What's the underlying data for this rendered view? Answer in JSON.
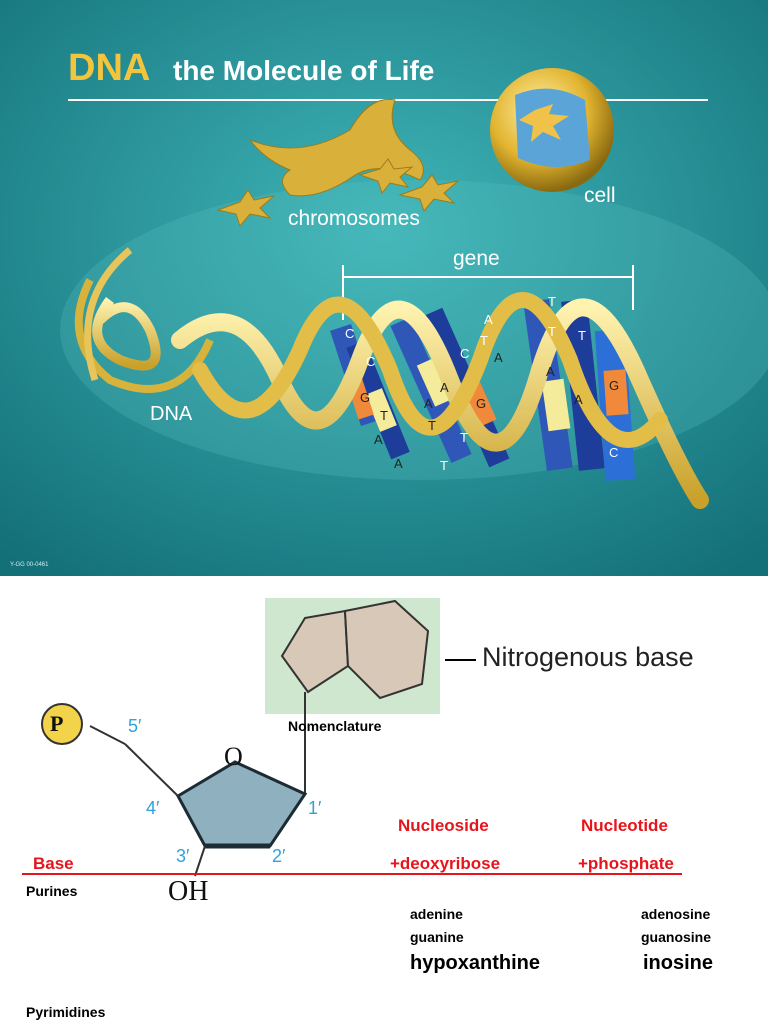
{
  "top": {
    "title_dna": "DNA",
    "title_rest": "the Molecule of Life",
    "labels": {
      "chromosomes": "chromosomes",
      "cell": "cell",
      "gene": "gene",
      "dna": "DNA",
      "credit": "Y-GG 00-0461"
    },
    "bases": [
      "C",
      "C",
      "G",
      "T",
      "A",
      "A",
      "T",
      "A",
      "T",
      "A",
      "T",
      "C",
      "A",
      "G",
      "A",
      "T",
      "T",
      "A",
      "T",
      "G",
      "A",
      "C",
      "T"
    ]
  },
  "bottom": {
    "nitrogenous_base": "Nitrogenous base",
    "nomenclature": "Nomenclature",
    "phosphate_symbol": "P",
    "ring_oxygen": "O",
    "oh": "OH",
    "carbons": {
      "c5": "5′",
      "c4": "4′",
      "c3": "3′",
      "c2": "2′",
      "c1": "1′"
    },
    "table": {
      "nucleoside_header": "Nucleoside",
      "nucleotide_header": "Nucleotide",
      "base_col": "Base",
      "deoxyribose": "+deoxyribose",
      "phosphate": "+phosphate",
      "purines_label": "Purines",
      "pyrimidines_label": "Pyrimidines",
      "purine_bases": [
        "adenine",
        "guanine",
        "hypoxanthine"
      ],
      "purine_nucleotides": [
        "adenosine",
        "guanosine",
        "inosine"
      ]
    }
  },
  "colors": {
    "teal_bg": "#1f8c92",
    "gold": "#e7c14a",
    "red_label": "#e8141b",
    "blue_carbon": "#2ea3d9",
    "sugar_fill": "#8fb0bf",
    "base_fill": "#d8c8b8",
    "base_box": "#cfe6cf"
  }
}
